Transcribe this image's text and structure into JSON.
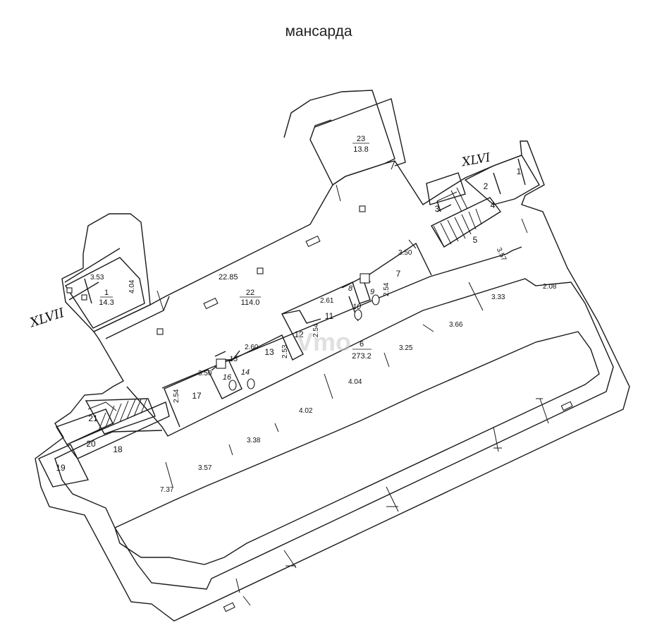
{
  "page": {
    "title": "мансарда",
    "watermark": "Vmo"
  },
  "sections": {
    "left": "XLVII",
    "right": "XLVI"
  },
  "rooms": [
    {
      "id": "r1",
      "number": "1",
      "area": "14.3"
    },
    {
      "id": "r2",
      "number": "2"
    },
    {
      "id": "r3",
      "number": "3"
    },
    {
      "id": "r4",
      "number": "4"
    },
    {
      "id": "r5",
      "number": "5"
    },
    {
      "id": "r6",
      "number": "6",
      "area": "273.2"
    },
    {
      "id": "r7",
      "number": "7"
    },
    {
      "id": "r8",
      "number": "8"
    },
    {
      "id": "r9",
      "number": "9"
    },
    {
      "id": "r10",
      "number": "10"
    },
    {
      "id": "r11",
      "number": "11"
    },
    {
      "id": "r12",
      "number": "12"
    },
    {
      "id": "r13",
      "number": "13"
    },
    {
      "id": "r14",
      "number": "14"
    },
    {
      "id": "r15",
      "number": "15"
    },
    {
      "id": "r16",
      "number": "16"
    },
    {
      "id": "r17",
      "number": "17"
    },
    {
      "id": "r18",
      "number": "18"
    },
    {
      "id": "r19",
      "number": "19"
    },
    {
      "id": "r20",
      "number": "20"
    },
    {
      "id": "r21",
      "number": "21"
    },
    {
      "id": "r22",
      "number": "22",
      "area": "114.0"
    },
    {
      "id": "r23",
      "number": "23",
      "area": "13.8"
    },
    {
      "id": "anonymous-rooms-note"
    }
  ],
  "dimensions": [
    "3.53",
    "4.04",
    "22.85",
    "3.50",
    "2.61",
    "2.54",
    "2.54",
    "2.60",
    "2.53",
    "3.50",
    "2.54",
    "3.33",
    "3.66",
    "3.25",
    "4.04",
    "4.02",
    "3.38",
    "3.57",
    "7.37",
    "3.57",
    "2.08"
  ],
  "colors": {
    "line": "#1a1a1a",
    "background": "#ffffff",
    "watermark": "#c8c8c8"
  }
}
